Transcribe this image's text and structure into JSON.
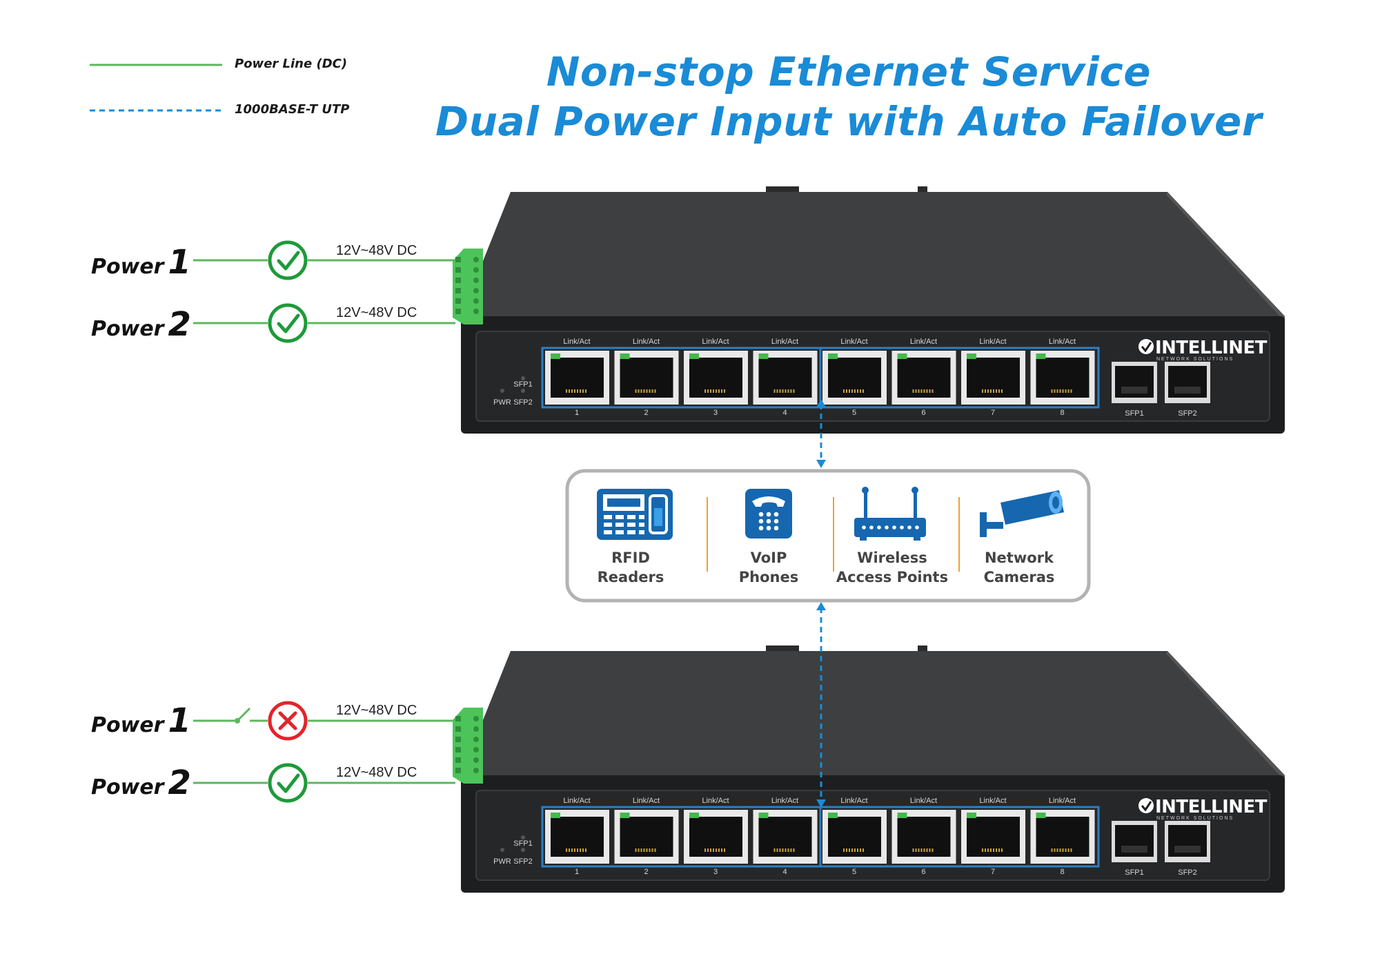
{
  "title": {
    "line1": "Non-stop Ethernet Service",
    "line2": "Dual Power Input with Auto Failover"
  },
  "legend": {
    "power_line": {
      "label": "Power Line (DC)",
      "color": "#5cb85c"
    },
    "utp_line": {
      "label": "1000BASE-T UTP",
      "color": "#1a8bd6"
    }
  },
  "colors": {
    "title_blue": "#1a8bd6",
    "ok_green": "#1e9a3a",
    "fail_red": "#e3242b",
    "terminal_green": "#4cc45a",
    "divider_orange": "#f0a030",
    "icon_blue": "#1667b0"
  },
  "power_labels": {
    "word": "Power",
    "one": "1",
    "two": "2"
  },
  "voltage": "12V~48V DC",
  "switches": [
    {
      "name": "top-switch",
      "power1_status": "ok",
      "power2_status": "ok"
    },
    {
      "name": "bottom-switch",
      "power1_status": "fail",
      "power2_status": "ok"
    }
  ],
  "switch_panel": {
    "port_caption": "Link/Act",
    "ports": [
      "1",
      "2",
      "3",
      "4",
      "5",
      "6",
      "7",
      "8"
    ],
    "sfp_ports": [
      "SFP1",
      "SFP2"
    ],
    "led_labels": [
      "SFP1",
      "PWR",
      "SFP2"
    ],
    "brand": "INTELLINET",
    "brand_sub": "NETWORK SOLUTIONS"
  },
  "devices": [
    {
      "icon": "rfid-reader-icon",
      "line1": "RFID",
      "line2": "Readers"
    },
    {
      "icon": "voip-phone-icon",
      "line1": "VoIP",
      "line2": "Phones"
    },
    {
      "icon": "wireless-ap-icon",
      "line1": "Wireless",
      "line2": "Access Points"
    },
    {
      "icon": "network-camera-icon",
      "line1": "Network",
      "line2": "Cameras"
    }
  ]
}
